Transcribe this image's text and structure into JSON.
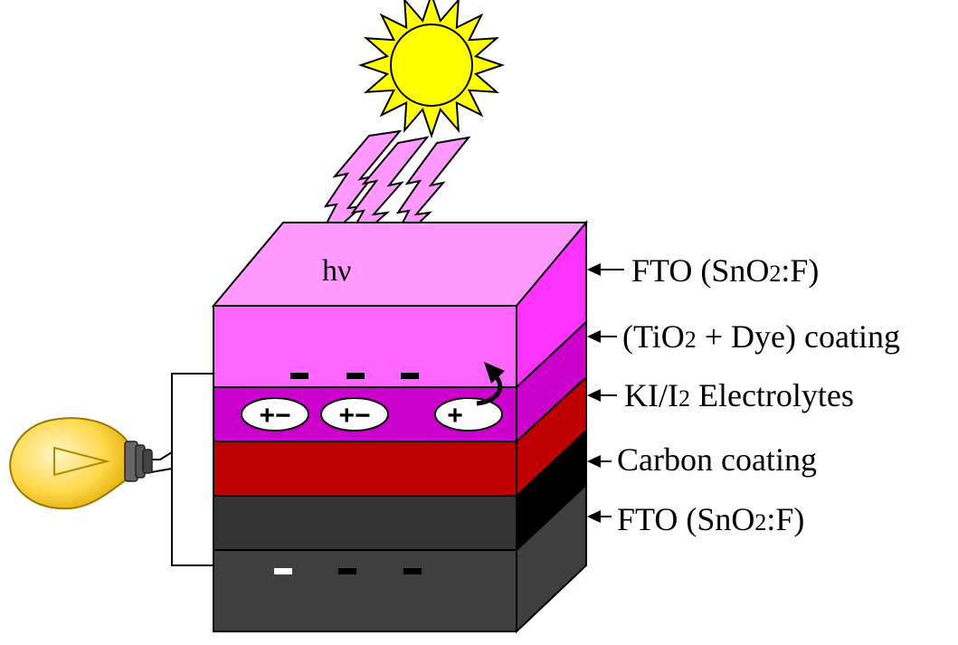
{
  "photon": {
    "label": "hν"
  },
  "layers": [
    {
      "key": "fto_top",
      "front": "#ff66ff",
      "side": "#ff33ff",
      "top": "#ff99ff"
    },
    {
      "key": "tio2_dye",
      "front": "#cc00cc",
      "side": "#cc00cc"
    },
    {
      "key": "electrolyte",
      "front": "#c00000",
      "side": "#c00000"
    },
    {
      "key": "carbon",
      "front": "#333333",
      "side": "#000000"
    },
    {
      "key": "fto_bottom",
      "front": "#3f3f3f",
      "side": "#3f3f3f"
    }
  ],
  "labels": [
    {
      "name": "label-fto-top",
      "pre": "FTO (SnO",
      "sub": "2",
      "post": ":F)"
    },
    {
      "name": "label-tio2-dye",
      "pre": "(TiO",
      "sub": "2",
      "post": " + Dye) coating"
    },
    {
      "name": "label-electrolyte",
      "pre": "KI/I",
      "sub": "2",
      "post": " Electrolytes"
    },
    {
      "name": "label-carbon",
      "pre": "Carbon coating",
      "sub": "",
      "post": ""
    },
    {
      "name": "label-fto-bottom",
      "pre": "FTO (SnO",
      "sub": "2",
      "post": ":F)"
    }
  ],
  "charges": {
    "electron": "−",
    "ion_pair": "+−",
    "hole": "+"
  },
  "colors": {
    "sun_fill": "#ffff00",
    "ray_fill": "#ff99ff",
    "bulb_glass": "#ffd84a",
    "bulb_base": "#555555",
    "ellipse_fill": "#ffffff"
  }
}
